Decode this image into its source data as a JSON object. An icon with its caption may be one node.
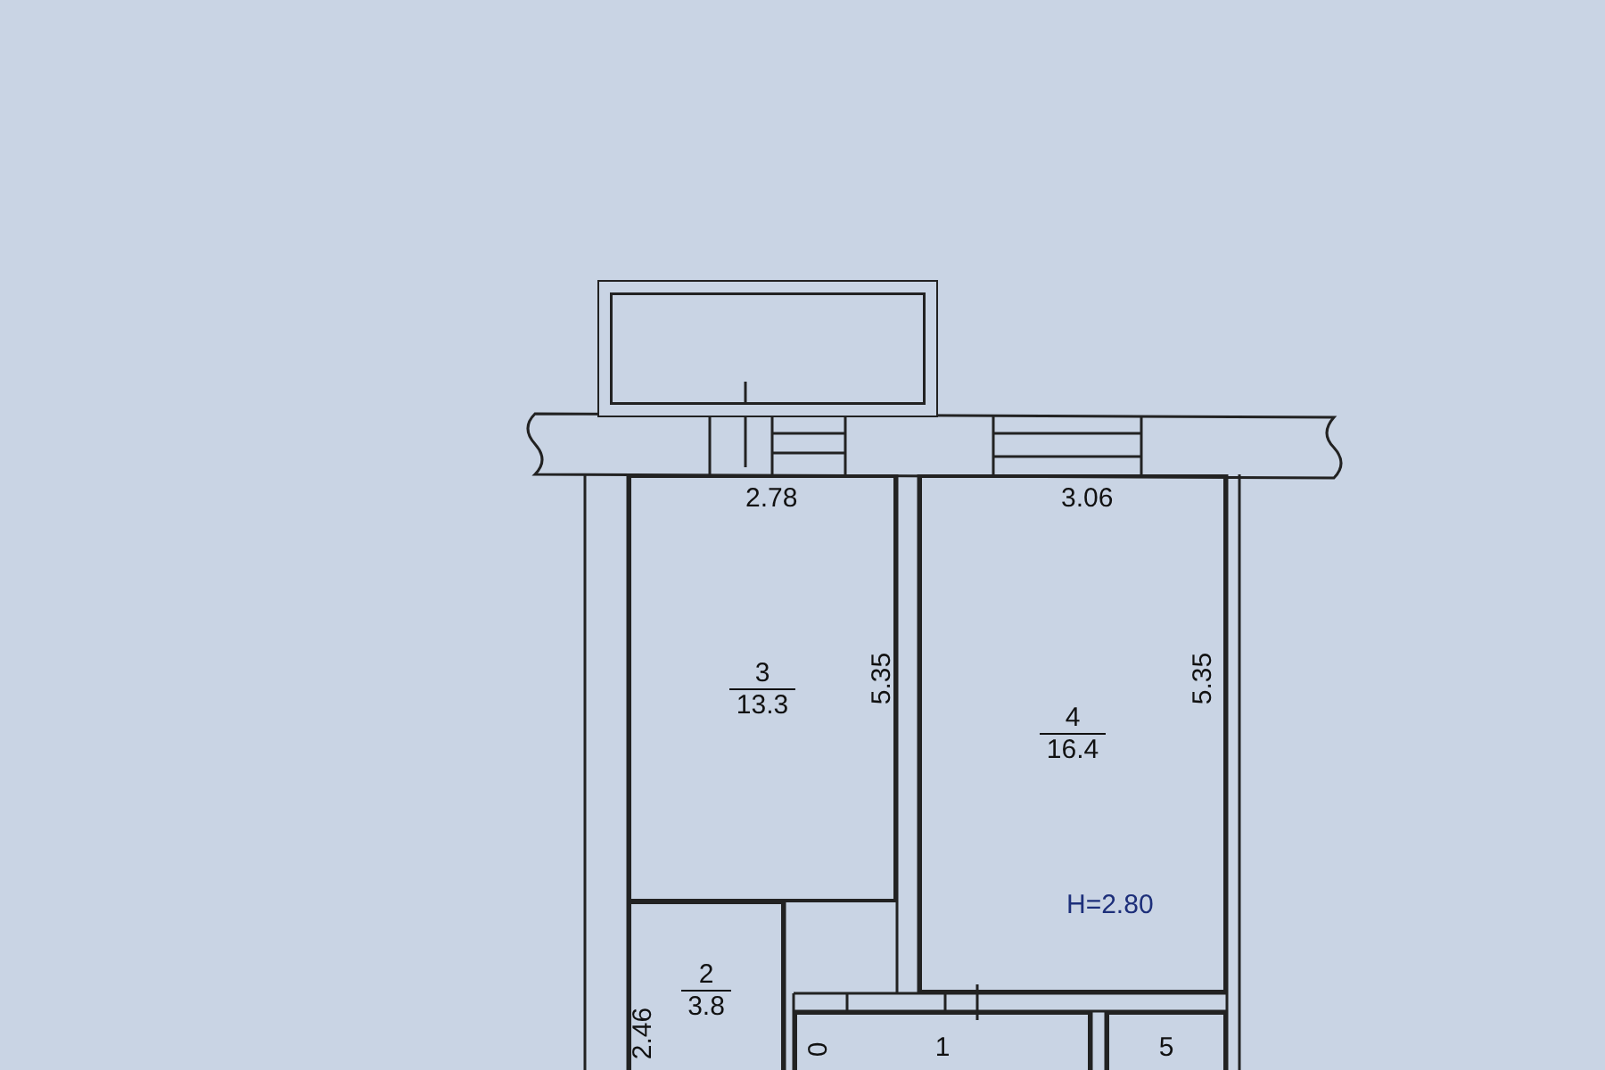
{
  "diagram": {
    "nodes": [
      {
        "text": [],
        "shape": "box"
      },
      {
        "text": [
          "3",
          "13.3"
        ]
      },
      {
        "text": [
          "4",
          "16.4"
        ]
      },
      {
        "text": [
          "2",
          "3.8"
        ]
      },
      {
        "text": [
          "1"
        ]
      },
      {
        "text": [
          "5"
        ]
      }
    ],
    "labels": [
      "2.78",
      "3.06",
      "5.35",
      "5.35",
      "H=2.80",
      "2.46",
      "0"
    ]
  }
}
